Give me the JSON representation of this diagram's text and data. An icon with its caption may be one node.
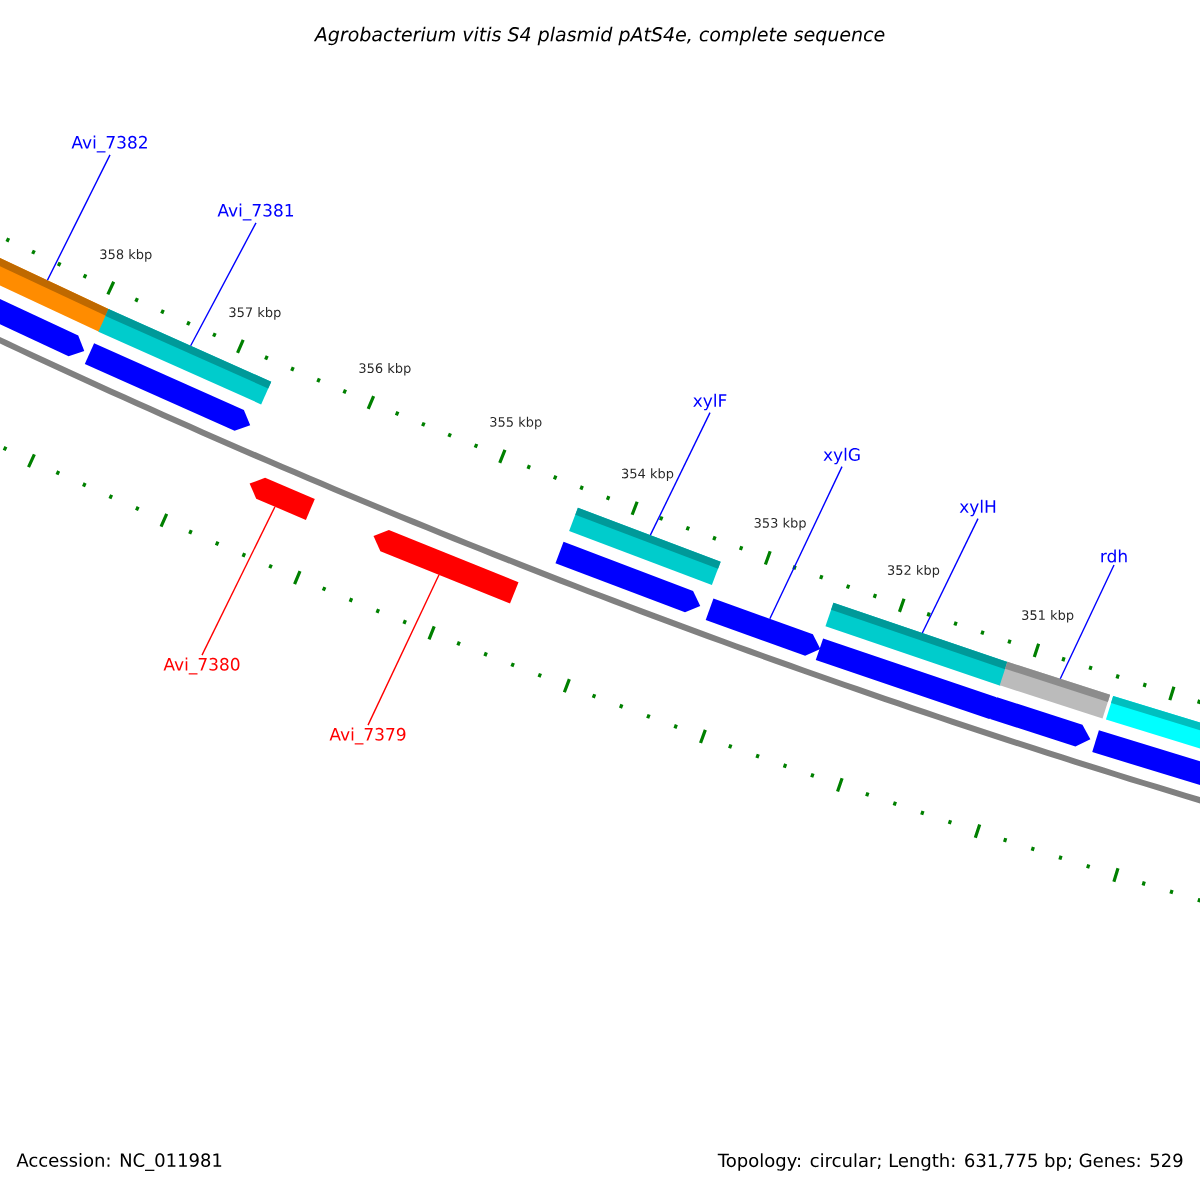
{
  "diagram": {
    "title": "Agrobacterium vitis S4 plasmid pAtS4e, complete sequence",
    "nodes": [
      {
        "text": [
          "Avi_7382"
        ]
      },
      {
        "text": [
          "Avi_7381"
        ]
      },
      {
        "text": [
          "xylF"
        ]
      },
      {
        "text": [
          "xylG"
        ]
      },
      {
        "text": [
          "xylH"
        ]
      },
      {
        "text": [
          "rdh"
        ]
      },
      {
        "text": [
          "Avi_7380"
        ]
      },
      {
        "text": [
          "Avi_7379"
        ]
      },
      {
        "text": [],
        "shape": "bar"
      },
      {
        "text": [],
        "shape": "arrow"
      },
      {
        "text": [],
        "shape": "arrow"
      },
      {
        "text": [],
        "shape": "bar"
      },
      {
        "text": [],
        "shape": "arrow"
      },
      {
        "text": [],
        "shape": "arrow"
      },
      {
        "text": [],
        "shape": "arrow"
      },
      {
        "text": [],
        "shape": "bar"
      },
      {
        "text": [],
        "shape": "arrow"
      },
      {
        "text": [],
        "shape": "arrow"
      },
      {
        "text": [],
        "shape": "bar"
      },
      {
        "text": [],
        "shape": "arrow"
      },
      {
        "text": [],
        "shape": "bar"
      },
      {
        "text": [],
        "shape": "arrow"
      },
      {
        "text": [],
        "shape": "bar"
      }
    ],
    "edges": [
      {
        "from": 0,
        "to": 8,
        "arrow": "none"
      },
      {
        "from": 1,
        "to": 11,
        "arrow": "none"
      },
      {
        "from": 2,
        "to": 15,
        "arrow": "none"
      },
      {
        "from": 3,
        "to": 16,
        "arrow": "none"
      },
      {
        "from": 4,
        "to": 18,
        "arrow": "none"
      },
      {
        "from": 5,
        "to": 20,
        "arrow": "none"
      },
      {
        "from": 6,
        "to": 12,
        "arrow": "none",
        "color": "#ff0000"
      },
      {
        "from": 7,
        "to": 13,
        "arrow": "none",
        "color": "#ff0000"
      }
    ],
    "labels": [
      "358 kbp",
      "357 kbp",
      "356 kbp",
      "355 kbp",
      "354 kbp",
      "353 kbp",
      "352 kbp",
      "351 kbp",
      "Accession: NC_011981",
      "Topology: circular; Length: 631,775 bp; Genes: 529"
    ]
  }
}
